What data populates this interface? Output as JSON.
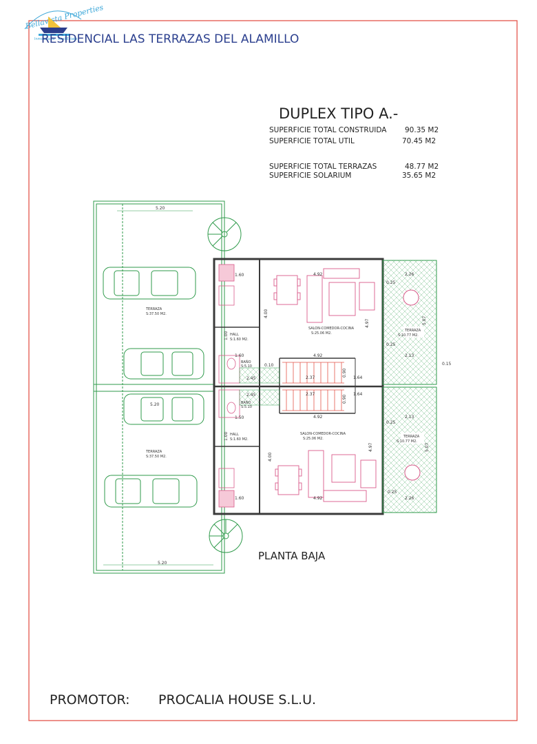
{
  "logo": {
    "name": "Bellavista Properties",
    "tagline": "Inmobiliaria · Real Estate"
  },
  "project_title": "RESIDENCIAL LAS TERRAZAS DEL ALAMILLO",
  "plan_title": "DUPLEX TIPO A.-",
  "areas": [
    {
      "label": "SUPERFICIE TOTAL CONSTRUIDA",
      "value": "90.35 M2"
    },
    {
      "label": "SUPERFICIE TOTAL UTIL",
      "value": "70.45 M2"
    },
    {
      "label": "SUPERFICIE TOTAL TERRAZAS",
      "value": "48.77 M2"
    },
    {
      "label": "SUPERFICIE SOLARIUM",
      "value": "35.65 M2"
    }
  ],
  "rooms": {
    "terraza_parking_top": {
      "name": "TERRAZA",
      "area": "S:37.50 M2."
    },
    "terraza_parking_bottom": {
      "name": "TERRAZA",
      "area": "S:37.50 M2."
    },
    "salon_top": {
      "name": "SALON-COMEDOR-COCINA",
      "area": "S:25.06 M2."
    },
    "salon_bottom": {
      "name": "SALON-COMEDOR-COCINA",
      "area": "S:25.06 M2."
    },
    "terraza_right_top": {
      "name": "TERRAZA",
      "area": "S:10.77 M2."
    },
    "terraza_right_bottom": {
      "name": "TERRAZA",
      "area": "S:10.77 M2."
    },
    "hall_top": {
      "name": "HALL",
      "area": "S:1.60 M2."
    },
    "hall_bottom": {
      "name": "HALL",
      "area": "S:1.60 M2."
    },
    "bano_top": {
      "name": "BAÑO",
      "area": "S:5.10"
    },
    "bano_bottom": {
      "name": "BAÑO",
      "area": "S:5.10"
    }
  },
  "dimensions": {
    "parking_width": "5.20",
    "salon_width": "4.92",
    "salon_depth": "4.00",
    "salon_height": "4.97",
    "terrace_width": "2.26",
    "terrace_depth": "5.07",
    "terrace_inner": "2.13",
    "stair_run": "2.37",
    "stair_side": "1.64",
    "stair_width": "0.90",
    "kitchen_width": "1.60",
    "bath_a": "2.45",
    "bath_b": "1.50",
    "hall_len": "1.00",
    "offset_a": "0.25",
    "offset_b": "0.15",
    "offset_c": "0.10"
  },
  "level_label": "PLANTA BAJA",
  "promoter_label": "PROMOTOR:",
  "promoter_name": "PROCALIA HOUSE S.L.U.",
  "colors": {
    "frame": "#e3554a",
    "green": "#2e9a4a",
    "pink": "#d95a8a",
    "wall": "#3a3a3a",
    "title_blue": "#2b3f8e"
  }
}
